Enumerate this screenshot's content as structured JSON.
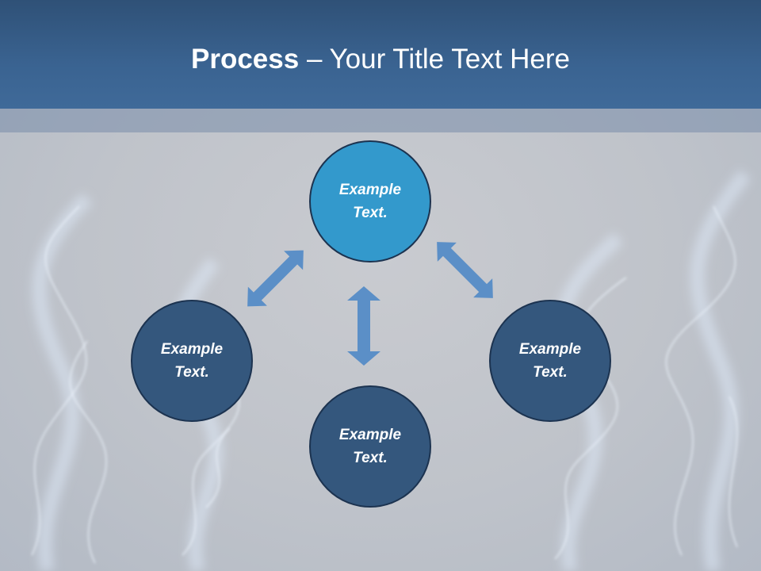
{
  "slide": {
    "title_bold": "Process",
    "title_rest": " – Your Title Text Here"
  },
  "nodes": {
    "top": "Example Text.",
    "left": "Example Text.",
    "bottom": "Example Text.",
    "right": "Example Text."
  },
  "colors": {
    "header": "#3a6391",
    "center_node": "#3399cc",
    "outer_node": "#34577d",
    "arrow": "#5b8fc7"
  }
}
